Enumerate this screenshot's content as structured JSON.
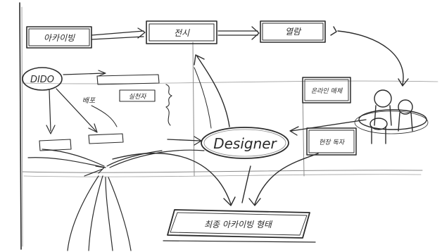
{
  "sketch": {
    "nodes": {
      "archiving": "아카이빙",
      "exhibition": "전시",
      "viewing": "열람",
      "dido": "DIDO",
      "small_box_label": "실천자",
      "note": "배포",
      "online_user": "온라인 매체",
      "designer": "Designer",
      "offline_user": "현장 독자",
      "final": "최종 아카이빙 형태"
    },
    "colors": {
      "ink": "#2b2b2b",
      "light_ink": "#8a8a8a",
      "paper": "#ffffff"
    }
  }
}
